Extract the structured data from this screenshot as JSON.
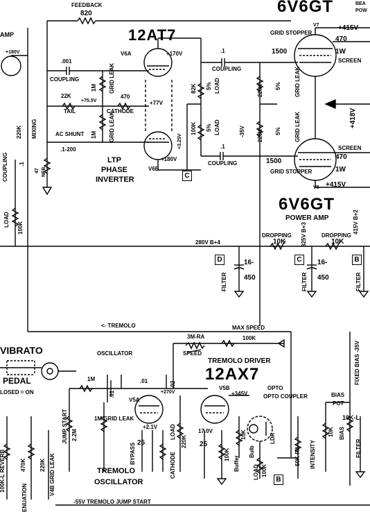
{
  "tubes": {
    "power_tube_top": "6V6GT",
    "power_tube_bottom": "6V6GT",
    "ltp_tube": "12AT7",
    "tremolo_tube": "12AX7",
    "v6a": "V6A",
    "v6b": "V6B",
    "v7": "V7",
    "v8": "V8",
    "v5a": "V5A",
    "v5b": "V5B"
  },
  "sections": {
    "ltp_phase_inverter": [
      "LTP",
      "PHASE",
      "INVERTER"
    ],
    "power_amp": "POWER AMP",
    "tremolo_driver": "TREMOLO DRIVER",
    "tremolo_oscillator": [
      "TREMOLO",
      "OSCILLATOR"
    ],
    "vibrato": "VIBRATO",
    "pedal": "PEDAL",
    "closed_on": "LOSED = ON",
    "amp_partial": "AMP",
    "bea_pow_partial": [
      "BEA",
      "POW"
    ]
  },
  "labels": {
    "feedback": "FEEDBACK",
    "feedback_value": "820",
    "coupling": "COUPLING",
    "coupling_value_1": ".001",
    "coupling_value_2": ".1",
    "coupling_value_3": ".1",
    "coupling_value_4": ".1",
    "coupling_left": "COUPLING",
    "coupling_left_value": ".1",
    "grid_leak": "GRID LEAK",
    "one_m": "1M",
    "tail": "TAIL",
    "tail_value": "22K",
    "cathode": "CATHODE",
    "cathode_value": "470",
    "plus_75v": "+75.5V",
    "plus_77v": "+77V",
    "plus_170v": "+170V",
    "plus_180v_ltp": "+180V",
    "plus_180v_top": "+180V",
    "plus_325v": "+3.25V",
    "minus_35v": "-35V",
    "ac_shunt": "AC SHUNT",
    "shunt_value": ".1-200",
    "nfb": "NFB",
    "nfb_value": "47",
    "mixing": "MIXING",
    "mixing_value": "220K",
    "load": "LOAD",
    "load_100k": "100K",
    "load_82k": "82K",
    "load_100k_b": "100K",
    "pct_5": "5%",
    "grid_leak_220k_top": "220K",
    "grid_leak_220k_bottom": "220K",
    "grid_stopper": "GRID STOPPER",
    "grid_stopper_value": "1500",
    "screen": "SCREEN",
    "screen_value": "470",
    "one_w": "1W",
    "plus_415v": "+415V",
    "plus_415v_b": "+415V",
    "plus_418v": "+418V",
    "v280": "280V B+4",
    "dropping": "DROPPING",
    "dropping_value": "10K",
    "b3": "325V B+3",
    "b2": "415V B+2",
    "filter": "FILTER",
    "filter_value_1": "16-",
    "filter_value_2": "450",
    "tremolo_arrow": "<- TREMOLO",
    "max_speed": "MAX SPEED",
    "three_m_ra": "3M-RA",
    "speed": "SPEED",
    "speed_res": "100K",
    "fixed_bias": "FIXED BIAS -35V",
    "bias_pot": "BIAS POT",
    "bias_pot_value": "10K-L",
    "oscillator": "OSCILLATOR",
    "osc_1m": "1M",
    "osc_01": ".01",
    "osc_02": ".02",
    "osc_270v": "+270V",
    "osc_345v": "+345V",
    "jump_start": "JUMP START",
    "jump_value": "2.2M",
    "grid_leak_1m": "1M GRID LEAK",
    "bypass": "BYPASS",
    "bypass_value": "25",
    "v21": "+2.1V",
    "v17": "17.0V",
    "load_220k": "220K",
    "load_100k_osc": "100K",
    "buffer": "Buffer",
    "buffer_10k": "10K",
    "bulb": "Bulb",
    "opto": "OPTO COUPLER",
    "ldr": "LDR",
    "intensity": "INTENSITY",
    "intensity_value": "50K-RA",
    "bias_10k": "10K",
    "bias_label": "BIAS",
    "reverb": "100K-L REVERB",
    "v4b_grid_leak": "V4B GRID LEAK",
    "v4b_value": "220K",
    "attenuation": "ENUATION",
    "attenuation_value": "470K",
    "jump_bottom": "-55V TREMOLO JUMP START",
    "box_c": "C",
    "box_d": "D",
    "box_b": "B",
    "box_c2": "C"
  }
}
